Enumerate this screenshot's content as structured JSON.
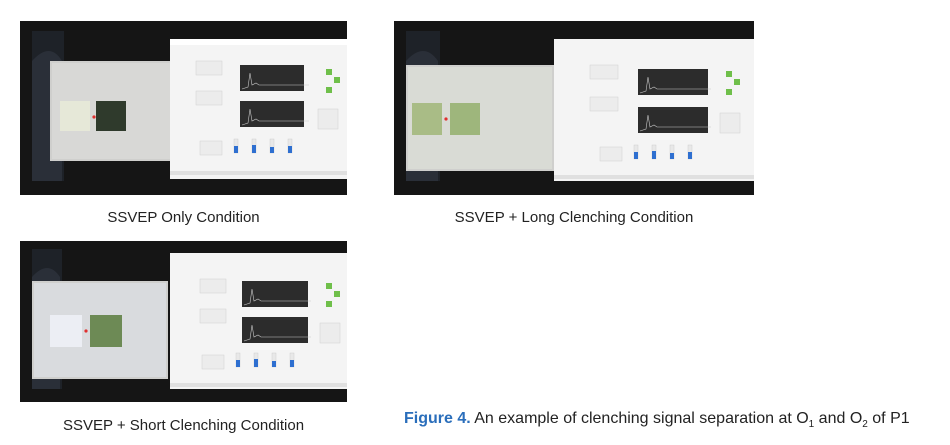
{
  "photos": [
    {
      "caption": "SSVEP Only Condition",
      "left_stimulus_color": "#e6e8d8",
      "right_stimulus_color": "#2f3a2c"
    },
    {
      "caption": "SSVEP + Long Clenching Condition",
      "left_stimulus_color": "#a9bc86",
      "right_stimulus_color": "#9eb67c"
    },
    {
      "caption": "SSVEP + Short Clenching Condition",
      "left_stimulus_color": "#eceef4",
      "right_stimulus_color": "#6d8a55"
    }
  ],
  "figure_caption": {
    "label": "Figure 4.",
    "text_before": "An example of clenching signal separation at O",
    "sub_1": "1",
    "text_middle": " and O",
    "sub_2": "2",
    "text_after": " of P1"
  },
  "colors": {
    "caption_label": "#2a6ebb",
    "bar_blue": "#2e6fd0",
    "green_marker": "#6fbf4a"
  }
}
